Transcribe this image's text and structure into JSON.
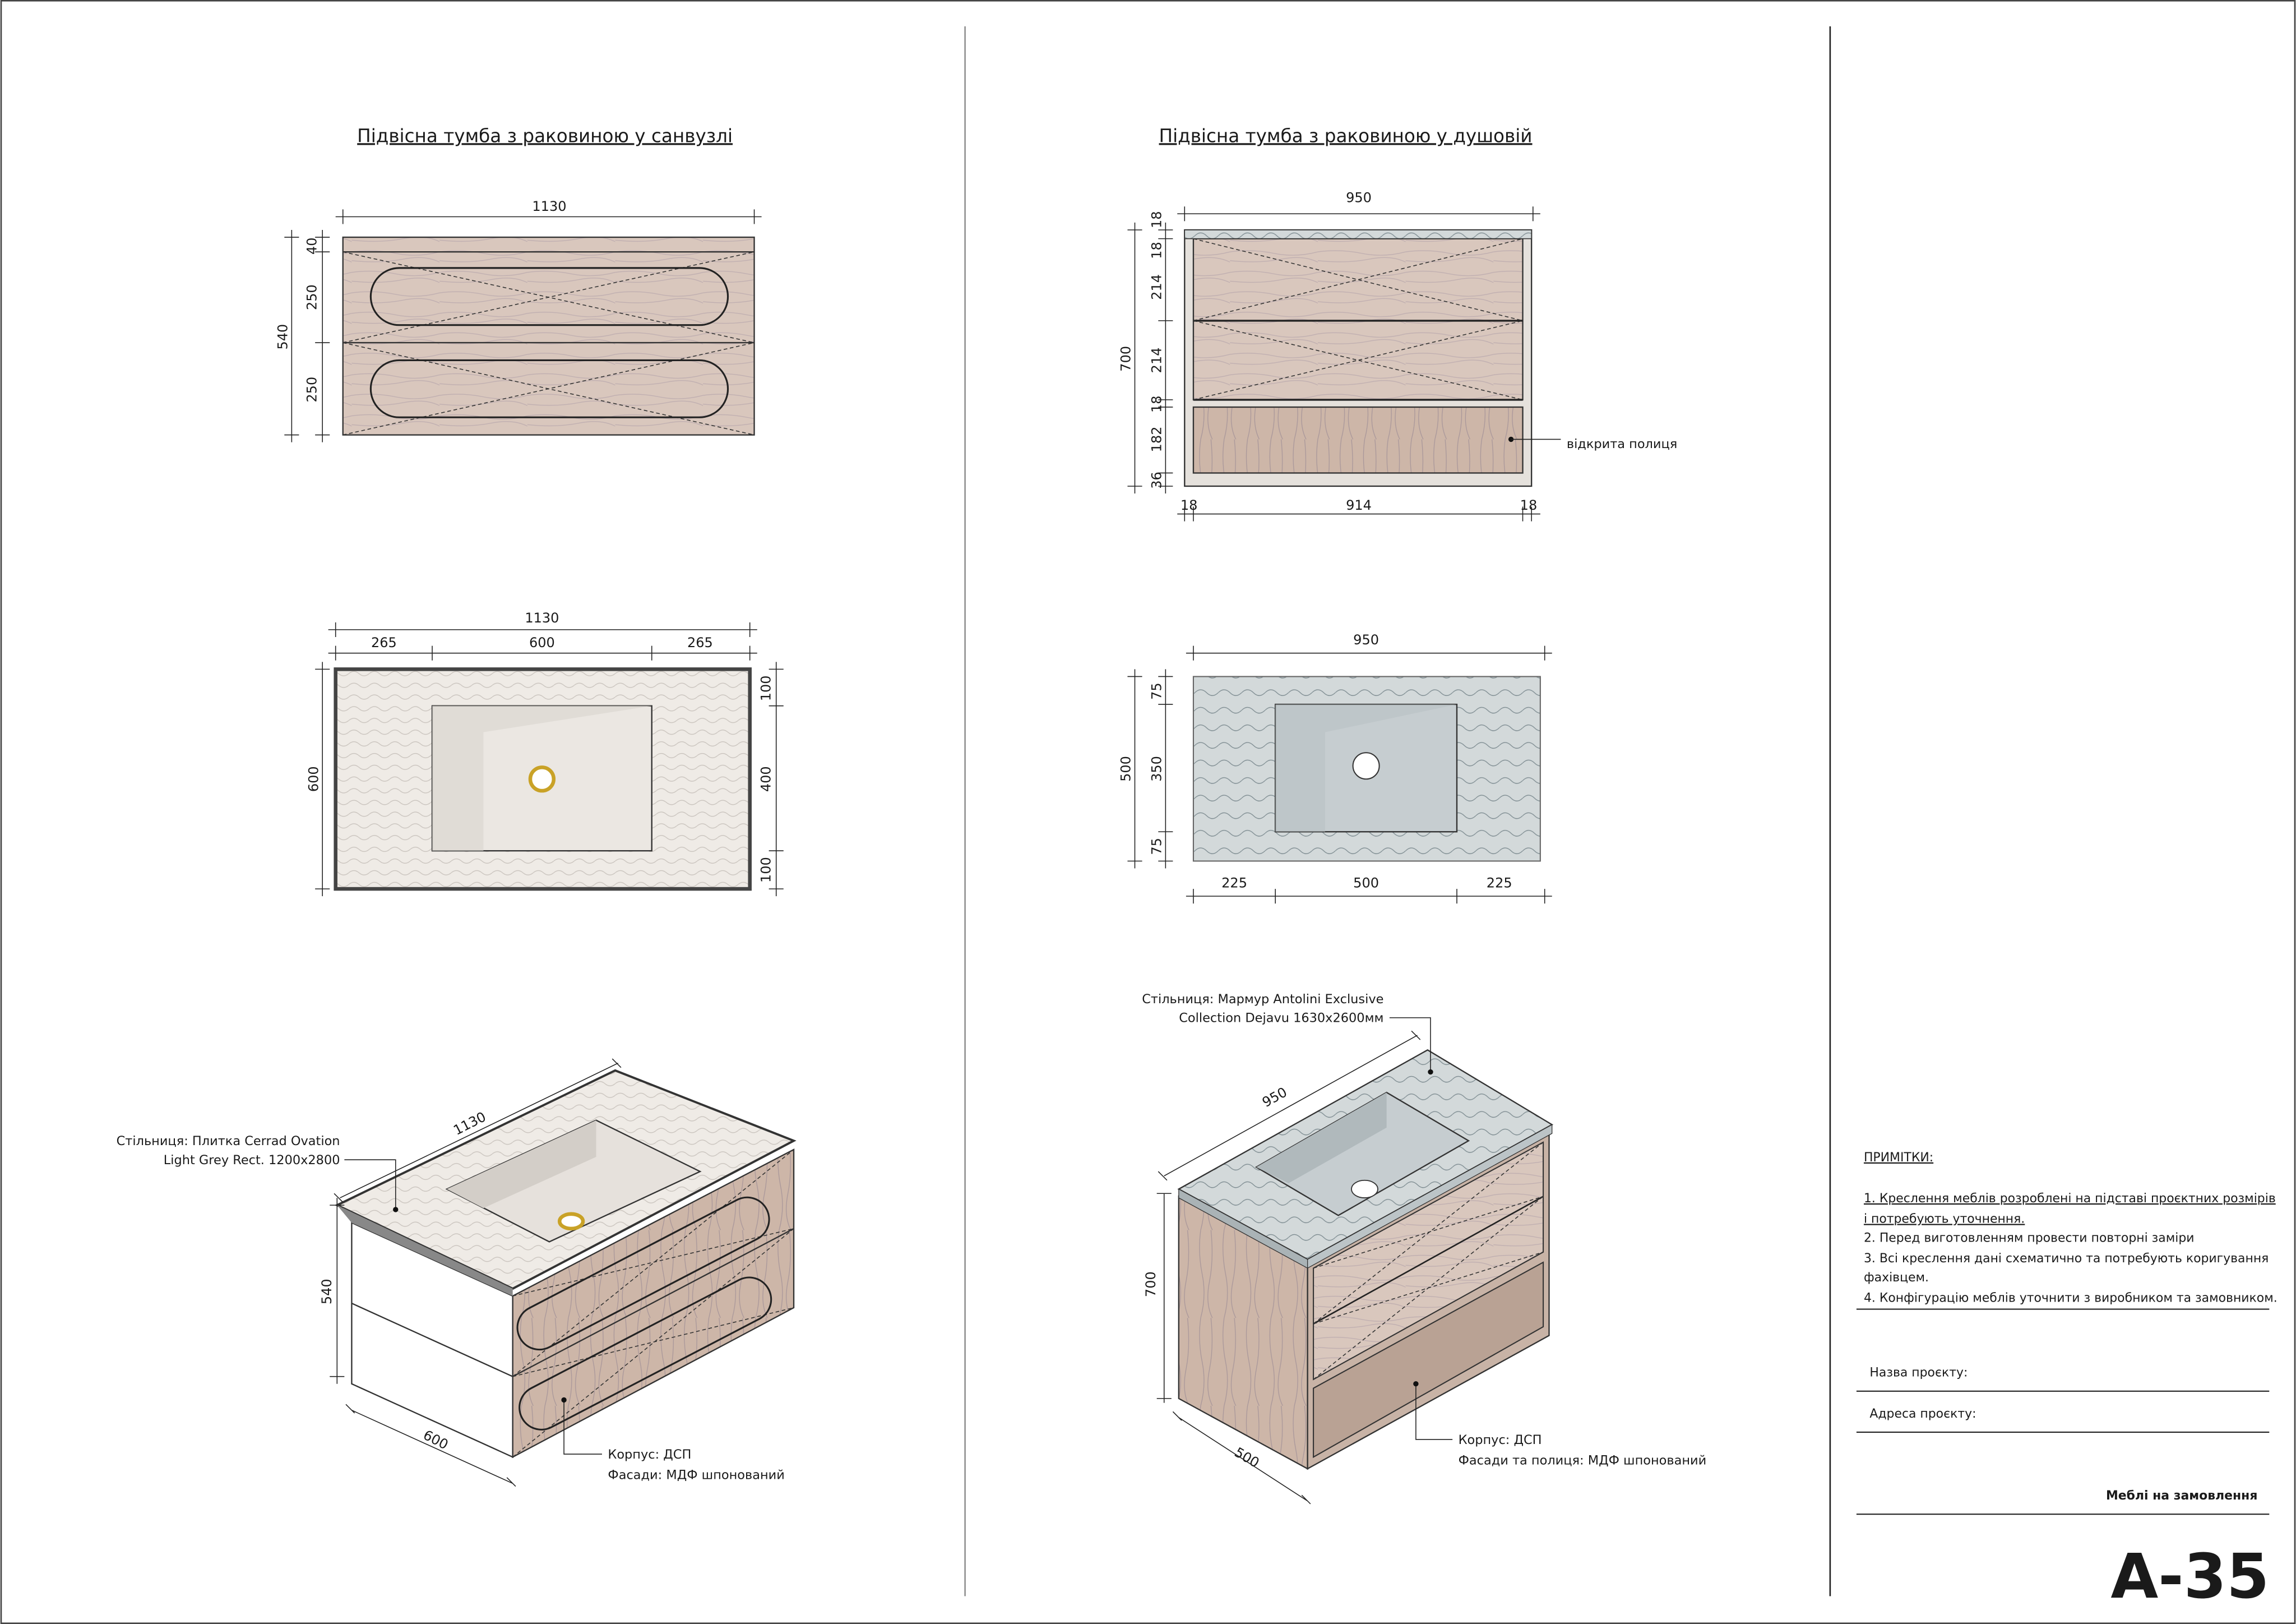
{
  "sheet": {
    "code": "А-35",
    "colors": {
      "wood": "#d9c7bd",
      "tile": "#efebe6",
      "marble": "#d3d9da",
      "drain_gold": "#c9a227",
      "line": "#222222"
    }
  },
  "left": {
    "title": "Підвісна тумба з раковиною у санвузлі",
    "front": {
      "width": "1130",
      "height": "540",
      "segments": [
        "40",
        "250",
        "250"
      ]
    },
    "top": {
      "width": "1130",
      "segments_x": [
        "265",
        "600",
        "265"
      ],
      "depth": "600",
      "segments_y": [
        "100",
        "400",
        "100"
      ]
    },
    "iso": {
      "width": "1130",
      "height": "540",
      "depth": "600"
    },
    "callout_top": [
      "Стільниця: Плитка Cerrad Ovation",
      "Light Grey Rect. 1200x2800"
    ],
    "callout_body": [
      "Корпус: ДСП",
      "Фасади: МДФ шпонований"
    ]
  },
  "right": {
    "title": "Підвісна тумба з раковиною у душовій",
    "front": {
      "width": "950",
      "height": "700",
      "segments": [
        "18",
        "18",
        "214",
        "214",
        "18",
        "182",
        "36"
      ],
      "bottom": [
        "18",
        "914",
        "18"
      ],
      "shelf_label": "відкрита полиця"
    },
    "top": {
      "width": "950",
      "depth": "500",
      "segments_y": [
        "75",
        "350",
        "75"
      ],
      "segments_x": [
        "225",
        "500",
        "225"
      ]
    },
    "iso": {
      "width": "950",
      "height": "700",
      "depth": "500"
    },
    "callout_top": [
      "Стільниця: Мармур Antolini Exclusive",
      "Collection Dejavu 1630x2600мм"
    ],
    "callout_body": [
      "Корпус: ДСП",
      "Фасади та полиця: МДФ шпонований"
    ]
  },
  "notes": {
    "heading": "ПРИМІТКИ:",
    "lines": [
      "1. Креслення меблів розроблені на підставі проєктних розмірів",
      "і потребують уточнення.",
      "2. Перед виготовленням провести повторні заміри",
      "3. Всі креслення дані схематично та потребують коригування",
      "фахівцем.",
      "4. Конфігурацію меблів уточнити з виробником та замовником."
    ]
  },
  "title_block": {
    "project_name_label": "Назва проєкту:",
    "project_address_label": "Адреса проєкту:",
    "subject": "Меблі на замовлення"
  }
}
